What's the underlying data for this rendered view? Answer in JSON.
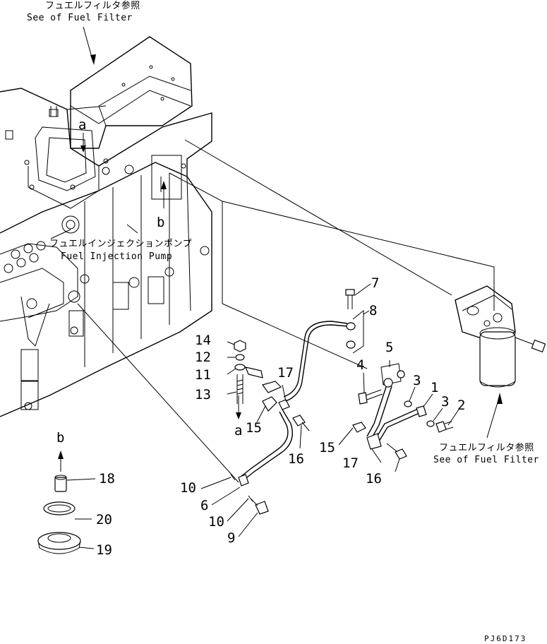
{
  "references": {
    "fuel_filter_top": {
      "jp": "フュエルフィルタ参照",
      "en": "See of Fuel Filter"
    },
    "fuel_injection_pump": {
      "jp": "フュエルインジェクションポンプ",
      "en": "Fuel Injection Pump"
    },
    "fuel_filter_right": {
      "jp": "フュエルフィルタ参照",
      "en": "See of Fuel Filter"
    }
  },
  "view_markers": {
    "a": "a",
    "b": "b"
  },
  "part_numbers": {
    "p1": "1",
    "p2": "2",
    "p3a": "3",
    "p3b": "3",
    "p4": "4",
    "p5": "5",
    "p6": "6",
    "p7": "7",
    "p8": "8",
    "p9": "9",
    "p10a": "10",
    "p10b": "10",
    "p11": "11",
    "p12": "12",
    "p13": "13",
    "p14": "14",
    "p15a": "15",
    "p15b": "15",
    "p16a": "16",
    "p16b": "16",
    "p17a": "17",
    "p17b": "17",
    "p18": "18",
    "p19": "19",
    "p20": "20"
  },
  "drawing_code": "PJ6D173"
}
